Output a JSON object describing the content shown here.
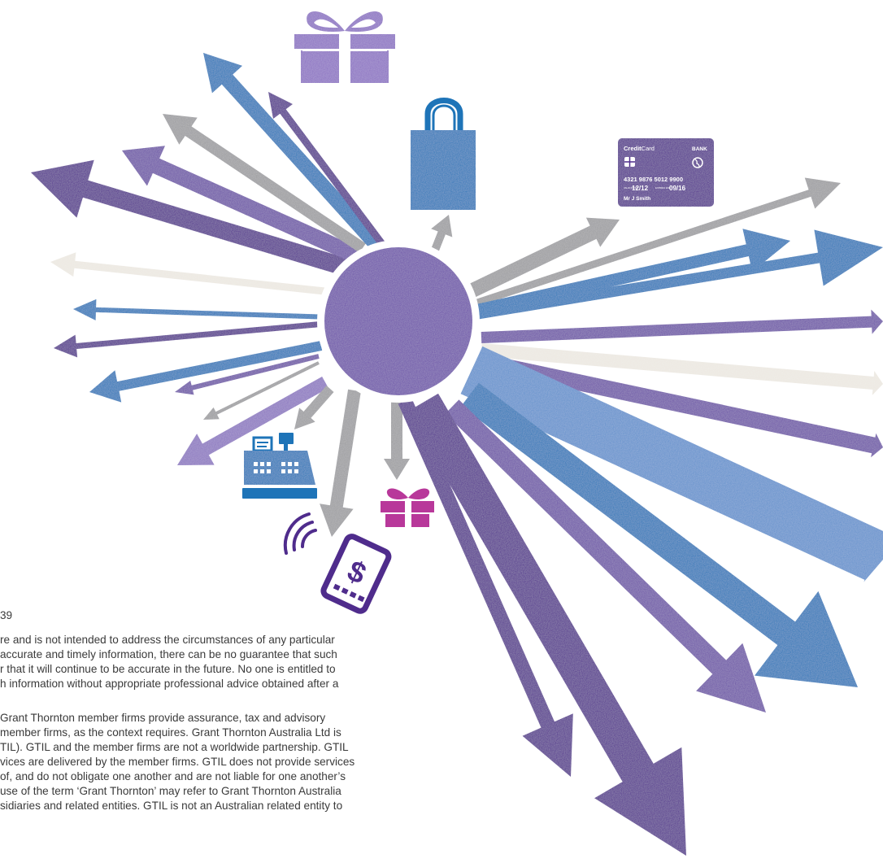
{
  "colors": {
    "deep_purple": "#4f2c8c",
    "purple": "#6a51a6",
    "lavender": "#8a74c0",
    "blue": "#1e74b8",
    "light_blue": "#5f8fcc",
    "gray": "#9b9b9f",
    "cream": "#ece8e1",
    "magenta": "#b8389a",
    "hub": "#6a50a8"
  },
  "icons": [
    "gift-icon",
    "shopping-bag-icon",
    "credit-card-icon",
    "cash-register-icon",
    "small-gift-icon",
    "contactless-payment-icon"
  ],
  "credit_card": {
    "brand_bold": "Credit",
    "brand_light": "Card",
    "bank": "BANK",
    "number": "4321  9876  5012  9900",
    "valid_from_caption": "VALID FROM",
    "valid_from": "12/12",
    "expires_caption": "EXPIRES END",
    "expires": "09/16",
    "holder": "Mr J Smith"
  },
  "payment_icon": {
    "symbol": "$"
  },
  "legal": {
    "lines": [
      "39",
      "re and is not intended to address the circumstances of any particular",
      "accurate and timely information, there can be no guarantee that such",
      "r that it will continue to be accurate in the future. No one is entitled to",
      "h information without appropriate professional advice obtained after a",
      "Grant Thornton member firms provide assurance, tax and advisory",
      "member firms, as the context requires. Grant Thornton Australia Ltd is",
      "TIL). GTIL and the member firms are not a worldwide partnership. GTIL",
      "vices are delivered by the member firms. GTIL does not provide services",
      "of, and do not obligate one another and are not liable for one another’s",
      "use of the term ‘Grant Thornton’ may refer to Grant Thornton Australia",
      "sidiaries and related entities. GTIL is not an Australian related entity to"
    ]
  }
}
